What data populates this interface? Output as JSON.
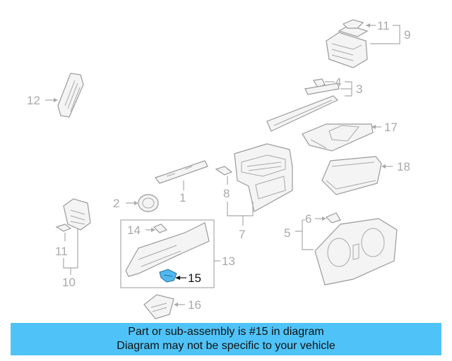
{
  "callouts": {
    "c1": "1",
    "c2": "2",
    "c3": "3",
    "c4": "4",
    "c5": "5",
    "c6": "6",
    "c7": "7",
    "c8": "8",
    "c9": "9",
    "c10": "10",
    "c11a": "11",
    "c11b": "11",
    "c12": "12",
    "c13": "13",
    "c14": "14",
    "c15": "15",
    "c16": "16",
    "c17": "17",
    "c18": "18"
  },
  "highlight": {
    "part": "15",
    "color": "#4fb8ef"
  },
  "banner": {
    "line1": "Part or sub-assembly is #15 in diagram",
    "line2": "Diagram may not be specific to your vehicle",
    "background": "#4fc3f7"
  }
}
